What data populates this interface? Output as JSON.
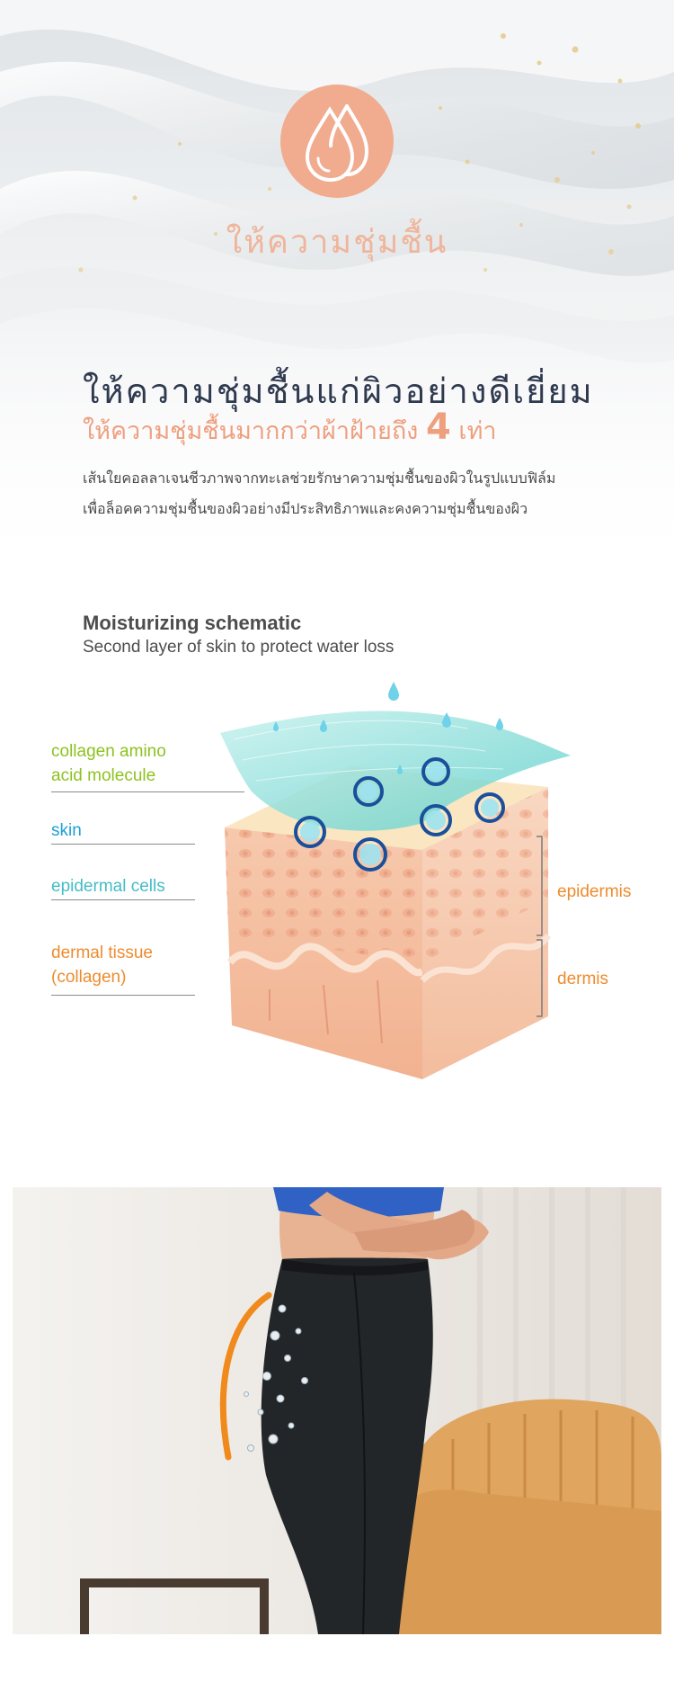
{
  "hero": {
    "badge_icon": "water-drops-icon",
    "title": "ให้ความชุ่มชื้น",
    "headline": "ให้ความชุ่มชื้นแก่ผิวอย่างดีเยี่ยม",
    "subline_prefix": "ให้ความชุ่มชื้นมากกว่าผ้าฝ้ายถึง ",
    "subline_number": "4",
    "subline_suffix": " เท่า",
    "description": [
      "เส้นใยคอลลาเจนชีวภาพจากทะเลช่วยรักษาความชุ่มชื้นของผิวในรูปแบบฟิล์ม",
      "เพื่อล็อคความชุ่มชื้นของผิวอย่างมีประสิทธิภาพและคงความชุ่มชื้นของผิว"
    ]
  },
  "schematic": {
    "title": "Moisturizing schematic",
    "subtitle": "Second layer of skin to protect water loss",
    "labels": {
      "collagen_line1": "collagen amino",
      "collagen_line2": "acid molecule",
      "skin": "skin",
      "epidermal_cells": "epidermal cells",
      "dermal_line1": "dermal tissue",
      "dermal_line2": "(collagen)",
      "epidermis": "epidermis",
      "dermis": "dermis"
    }
  },
  "colors": {
    "accent_peach": "#f1ab8f",
    "headline_navy": "#2f3a4f",
    "green_label": "#8dc21f",
    "blue_label": "#1e9fd6",
    "teal_label": "#45bcc7",
    "orange_label": "#ee8b2e"
  }
}
